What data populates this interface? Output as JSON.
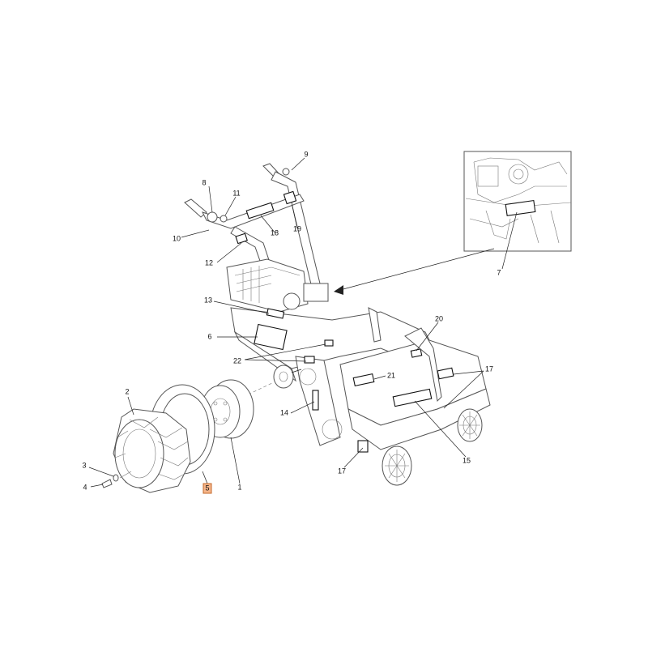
{
  "callouts": [
    {
      "id": "1",
      "label": "1"
    },
    {
      "id": "2",
      "label": "2"
    },
    {
      "id": "3",
      "label": "3"
    },
    {
      "id": "4",
      "label": "4"
    },
    {
      "id": "5",
      "label": "5",
      "highlight": true
    },
    {
      "id": "6",
      "label": "6"
    },
    {
      "id": "7",
      "label": "7"
    },
    {
      "id": "8",
      "label": "8"
    },
    {
      "id": "9",
      "label": "9"
    },
    {
      "id": "10",
      "label": "10"
    },
    {
      "id": "11",
      "label": "11"
    },
    {
      "id": "12",
      "label": "12"
    },
    {
      "id": "13",
      "label": "13"
    },
    {
      "id": "14",
      "label": "14"
    },
    {
      "id": "15",
      "label": "15"
    },
    {
      "id": "17a",
      "label": "17"
    },
    {
      "id": "17b",
      "label": "17"
    },
    {
      "id": "18",
      "label": "18"
    },
    {
      "id": "19",
      "label": "19"
    },
    {
      "id": "20",
      "label": "20"
    },
    {
      "id": "21",
      "label": "21"
    },
    {
      "id": "22",
      "label": "22"
    }
  ],
  "colors": {
    "line": "#222222",
    "highlight_fill": "#f5b58a",
    "highlight_border": "#c46a2b"
  }
}
